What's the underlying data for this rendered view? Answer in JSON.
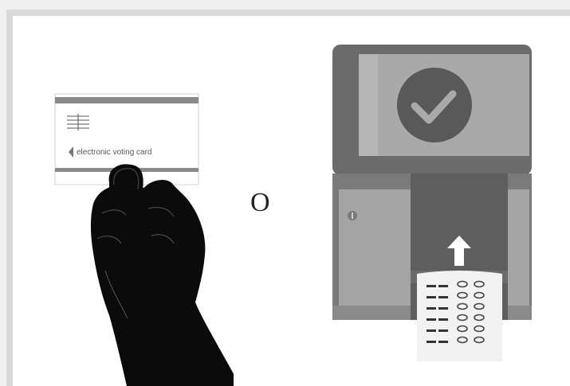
{
  "illustration": {
    "card_label": "electronic voting card",
    "separator": "O"
  },
  "colors": {
    "background": "#ffffff",
    "frame": "#d9d9d9",
    "hand": "#0b0b0b",
    "machine_dark": "#6b6b6b",
    "machine_mid": "#8c8c8c",
    "machine_light": "#a8a8a8",
    "check_circle": "#595959"
  },
  "icons": [
    "hand-holding-card",
    "voting-card",
    "voting-machine",
    "checkmark-icon",
    "up-arrow-icon",
    "ballot-paper"
  ]
}
